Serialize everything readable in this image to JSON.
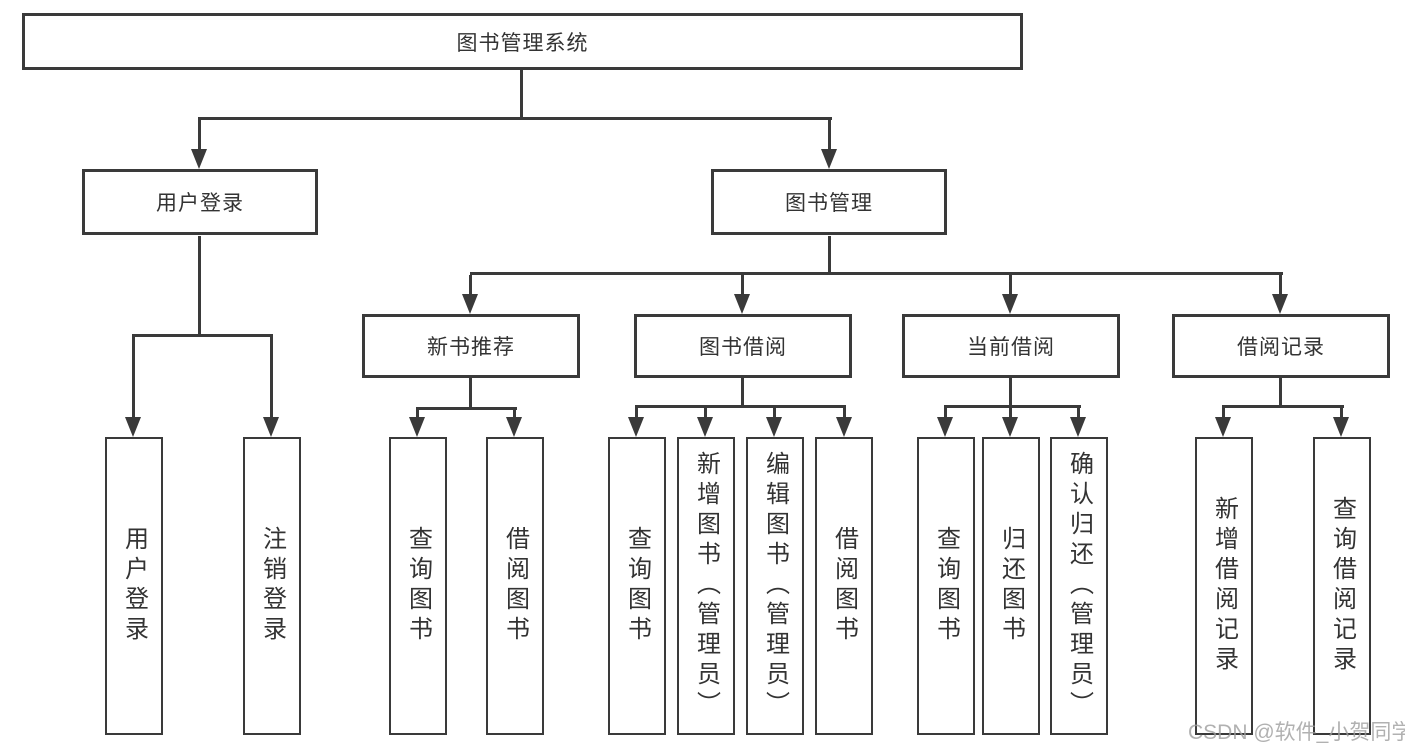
{
  "tree": {
    "root": {
      "label": "图书管理系统"
    },
    "children": [
      {
        "label": "用户登录",
        "children": [
          {
            "label": "用户登录"
          },
          {
            "label": "注销登录"
          }
        ]
      },
      {
        "label": "图书管理",
        "children": [
          {
            "label": "新书推荐",
            "children": [
              {
                "label": "查询图书"
              },
              {
                "label": "借阅图书"
              }
            ]
          },
          {
            "label": "图书借阅",
            "children": [
              {
                "label": "查询图书"
              },
              {
                "label": "新增图书（管理员）"
              },
              {
                "label": "编辑图书（管理员）"
              },
              {
                "label": "借阅图书"
              }
            ]
          },
          {
            "label": "当前借阅",
            "children": [
              {
                "label": "查询图书"
              },
              {
                "label": "归还图书"
              },
              {
                "label": "确认归还（管理员）"
              }
            ]
          },
          {
            "label": "借阅记录",
            "children": [
              {
                "label": "新增借阅记录"
              },
              {
                "label": "查询借阅记录"
              }
            ]
          }
        ]
      }
    ]
  },
  "watermark": {
    "text": "CSDN @软件_小贺同学"
  },
  "colors": {
    "line": "#3a3a3a",
    "box_border": "#3a3a3a",
    "text": "#333333",
    "watermark": "#9e9e9e",
    "background": "#ffffff"
  }
}
